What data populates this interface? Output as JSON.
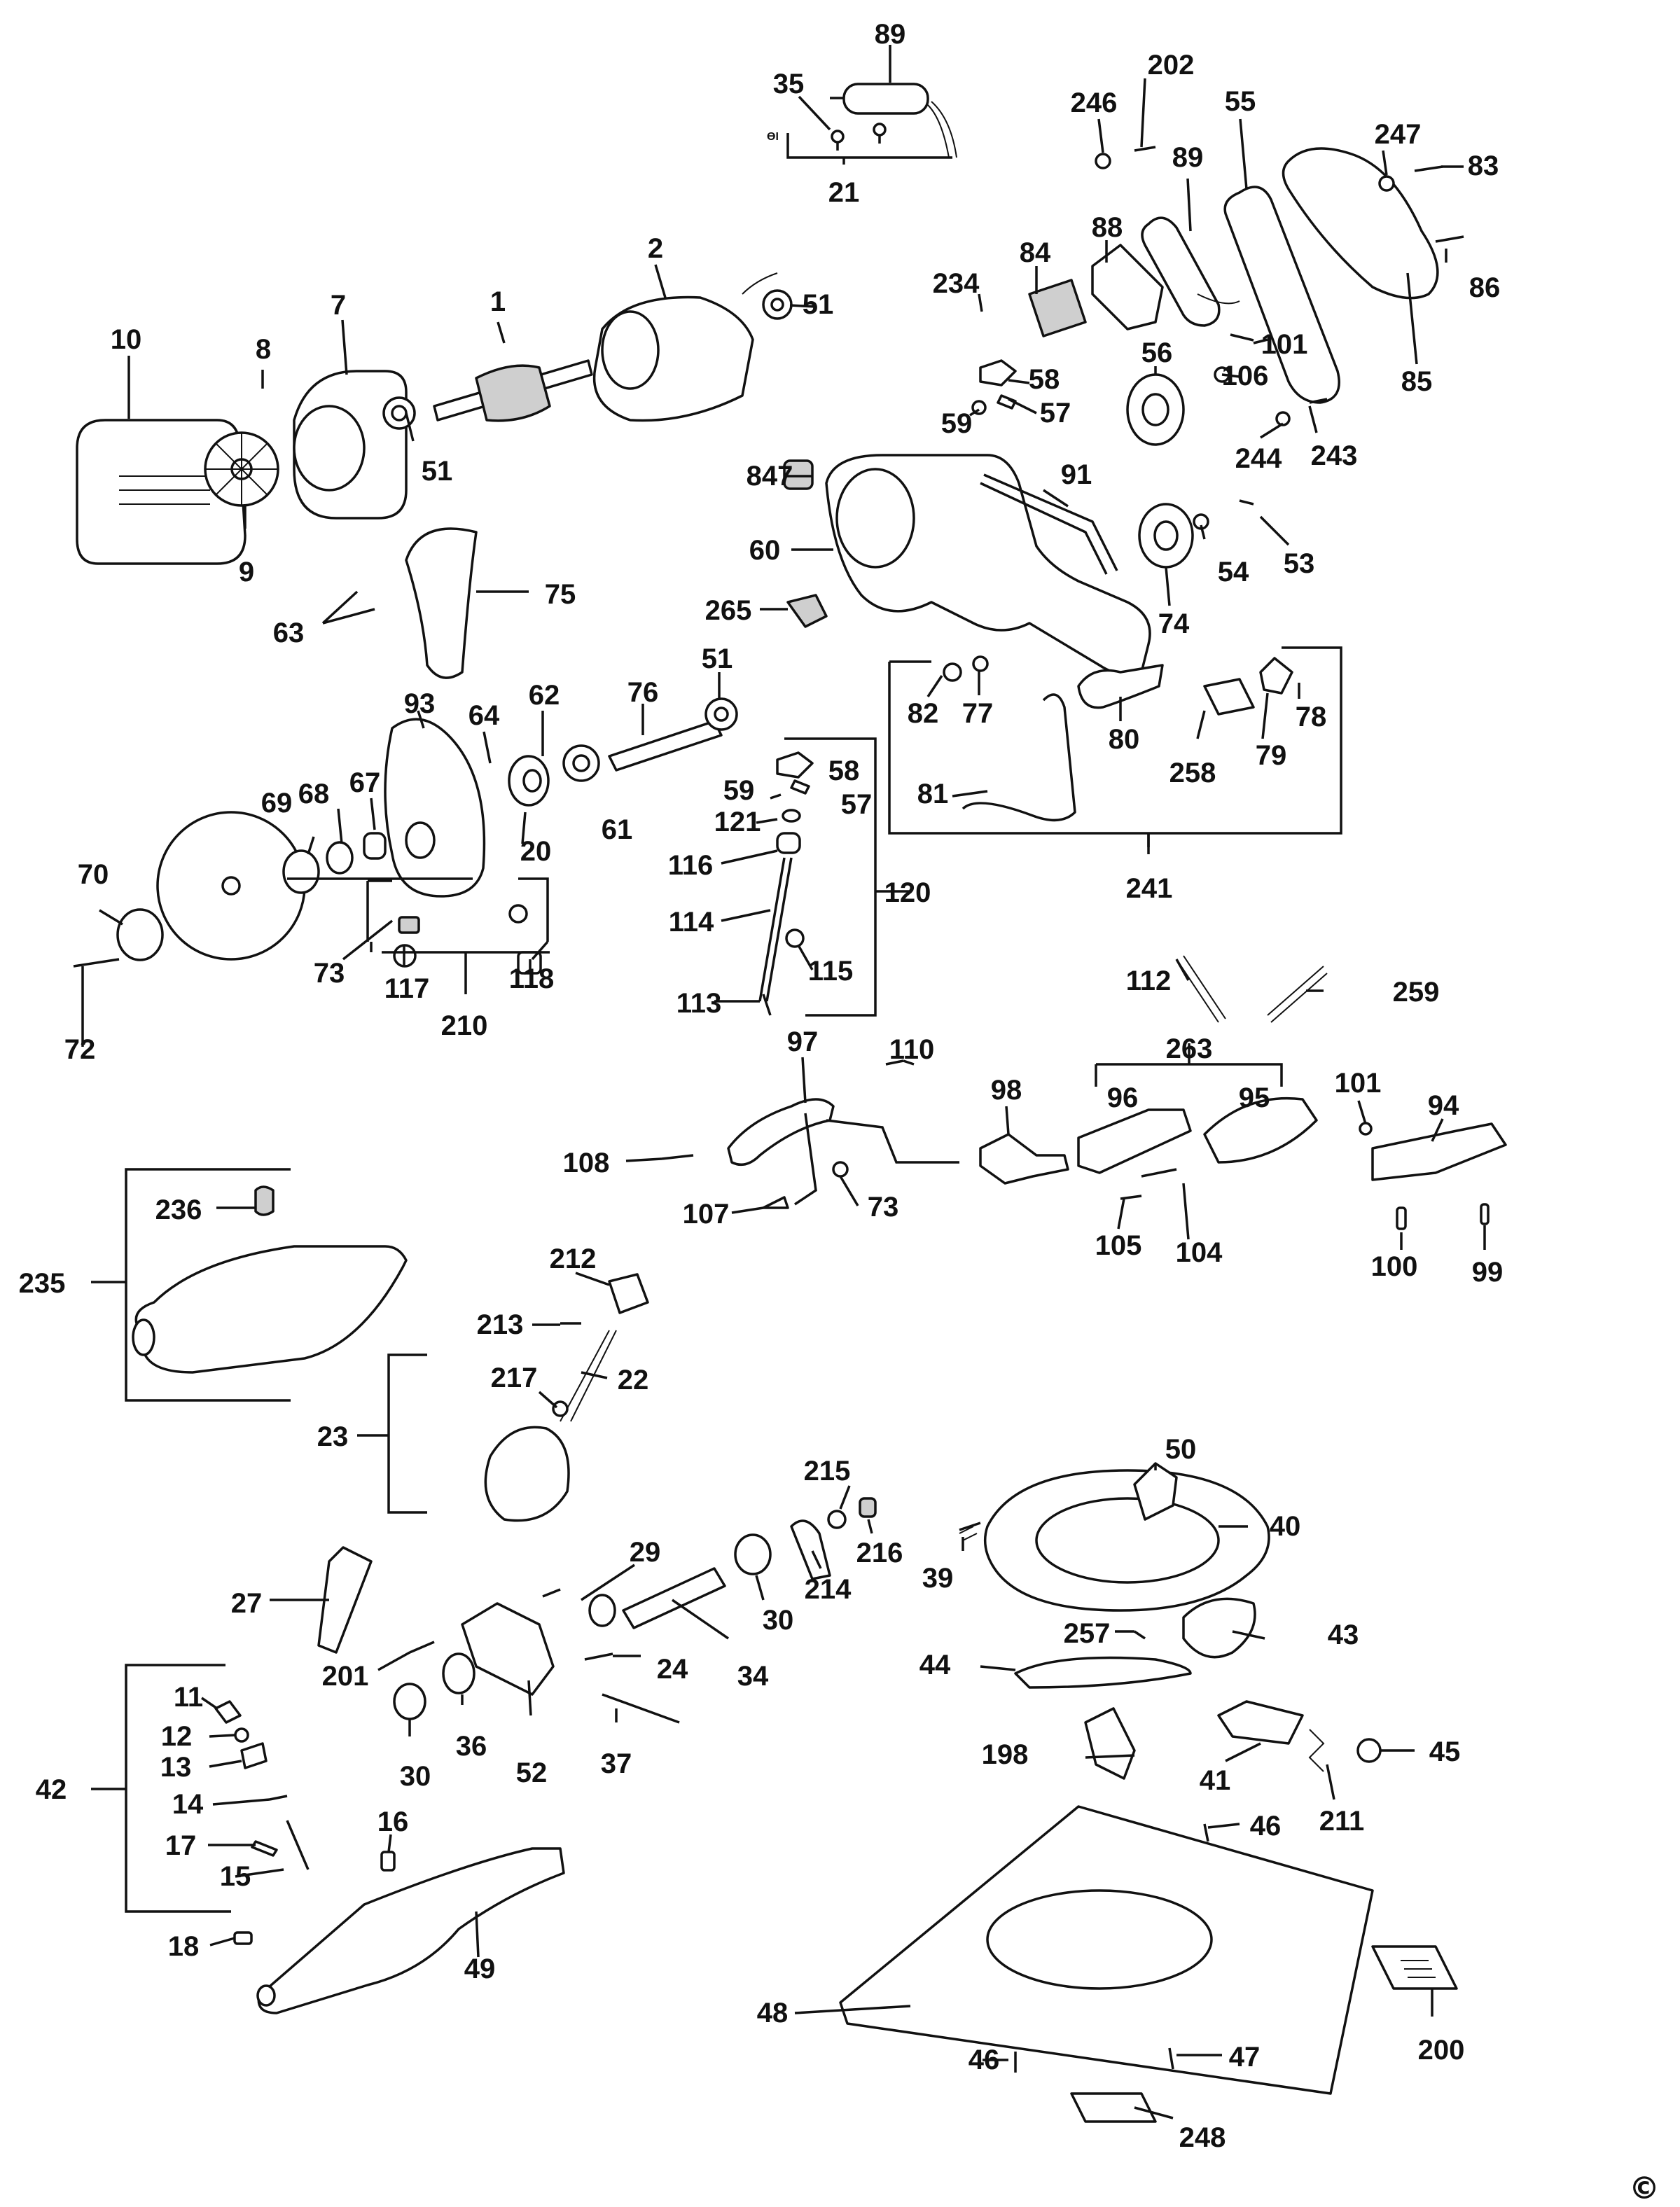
{
  "diagram": {
    "copyright_symbol": "©",
    "callouts": [
      "89",
      "35",
      "21",
      "202",
      "246",
      "55",
      "247",
      "83",
      "89",
      "86",
      "85",
      "2",
      "51",
      "1",
      "7",
      "8",
      "10",
      "9",
      "51",
      "234",
      "84",
      "88",
      "101",
      "106",
      "58",
      "57",
      "59",
      "56",
      "244",
      "243",
      "847",
      "91",
      "60",
      "53",
      "54",
      "74",
      "63",
      "75",
      "265",
      "93",
      "64",
      "62",
      "76",
      "51",
      "82",
      "77",
      "78",
      "80",
      "79",
      "258",
      "81",
      "241",
      "68",
      "69",
      "67",
      "61",
      "20",
      "59",
      "58",
      "57",
      "121",
      "116",
      "70",
      "120",
      "114",
      "115",
      "73",
      "117",
      "210",
      "118",
      "113",
      "72",
      "112",
      "259",
      "97",
      "110",
      "263",
      "98",
      "96",
      "95",
      "101",
      "94",
      "108",
      "107",
      "73",
      "105",
      "104",
      "100",
      "99",
      "236",
      "212",
      "235",
      "213",
      "217",
      "22",
      "23",
      "50",
      "215",
      "216",
      "39",
      "40",
      "29",
      "27",
      "30",
      "214",
      "257",
      "43",
      "44",
      "201",
      "24",
      "34",
      "11",
      "12",
      "36",
      "52",
      "37",
      "30",
      "13",
      "198",
      "45",
      "14",
      "41",
      "42",
      "211",
      "17",
      "16",
      "46",
      "15",
      "18",
      "49",
      "48",
      "200",
      "46",
      "47",
      "248"
    ]
  }
}
